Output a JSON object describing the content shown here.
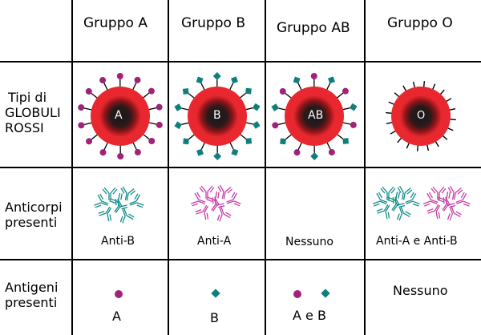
{
  "headers": [
    "Gruppo A",
    "Gruppo B",
    "Gruppo AB",
    "Gruppo O"
  ],
  "rows": {
    "cells": {
      "label_line1": "Tipi di",
      "label_line2": "GLOBULI",
      "label_line3": "ROSSI"
    },
    "antibodies": {
      "label_line1": "Anticorpi",
      "label_line2": "presenti"
    },
    "antigens": {
      "label_line1": "Antigeni",
      "label_line2": "presenti"
    }
  },
  "cell_letters": [
    "A",
    "B",
    "AB",
    "O"
  ],
  "antibody_captions": [
    "Anti-B",
    "Anti-A",
    "Nessuno",
    "Anti-A e Anti-B"
  ],
  "antigen_captions": [
    "A",
    "B",
    "A e B",
    "Nessuno"
  ],
  "colors": {
    "grid": "#000000",
    "cell_outer": "#e8272e",
    "cell_inner": "#1a1718",
    "antigen_a": "#a0237a",
    "antigen_b": "#0f7f7b",
    "antibody_anti_b": "#108b8a",
    "antibody_anti_a": "#c83aa8"
  },
  "icons": {
    "antigen_a": "purple-circle-icon",
    "antigen_b": "teal-diamond-icon",
    "antibody": "y-shaped-antibody-icon"
  }
}
